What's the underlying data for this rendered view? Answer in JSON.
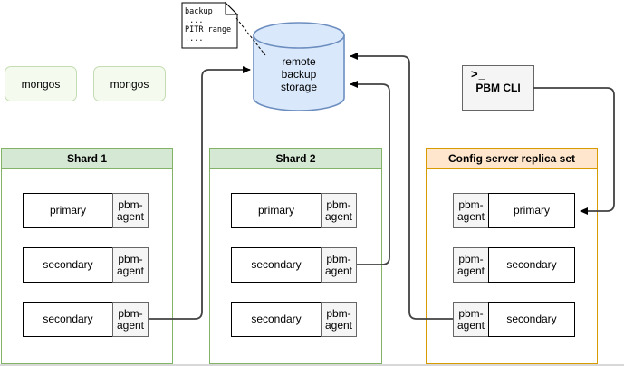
{
  "note": {
    "lines": [
      "backup",
      "....",
      "PITR range",
      "...."
    ]
  },
  "storage": {
    "lines": [
      "remote",
      "backup",
      "storage"
    ]
  },
  "mongos": {
    "labels": [
      "mongos",
      "mongos"
    ]
  },
  "pbm_cli": {
    "prompt": ">_",
    "label": "PBM CLI"
  },
  "clusters": [
    {
      "title": "Shard 1",
      "rows": [
        {
          "node": "primary",
          "agent": "pbm-agent"
        },
        {
          "node": "secondary",
          "agent": "pbm-agent"
        },
        {
          "node": "secondary",
          "agent": "pbm-agent"
        }
      ]
    },
    {
      "title": "Shard 2",
      "rows": [
        {
          "node": "primary",
          "agent": "pbm-agent"
        },
        {
          "node": "secondary",
          "agent": "pbm-agent"
        },
        {
          "node": "secondary",
          "agent": "pbm-agent"
        }
      ]
    },
    {
      "title": "Config server replica set",
      "rows": [
        {
          "node": "primary",
          "agent": "pbm-agent"
        },
        {
          "node": "secondary",
          "agent": "pbm-agent"
        },
        {
          "node": "secondary",
          "agent": "pbm-agent"
        }
      ]
    }
  ],
  "colors": {
    "green_fill": "#d5e8d4",
    "green_stroke": "#82b366",
    "orange_fill": "#ffe6cc",
    "orange_stroke": "#d79b00",
    "blue_fill": "#dae8fc",
    "blue_stroke": "#6c8ebf",
    "gray_fill": "#f5f5f5",
    "gray_stroke": "#666666",
    "mongos_fill": "#f5faee",
    "mongos_stroke": "#c4ddb2",
    "wire": "#424242"
  }
}
